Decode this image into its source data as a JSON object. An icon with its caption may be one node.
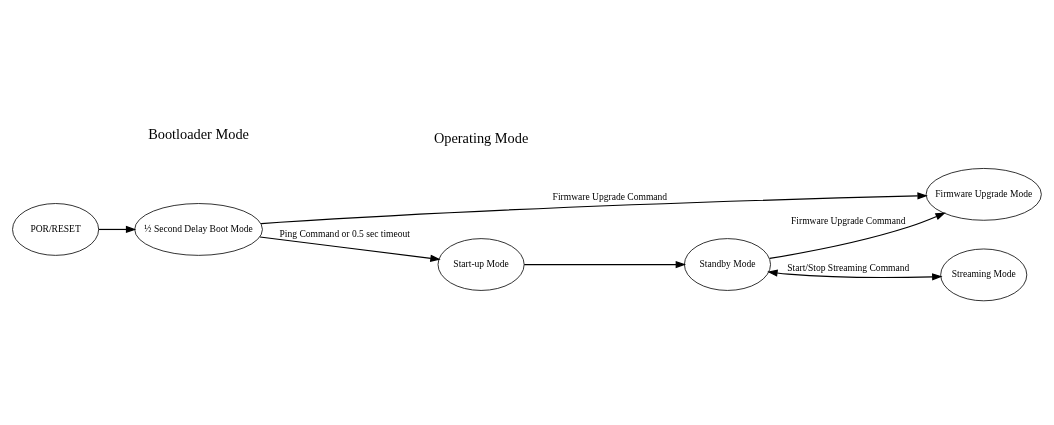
{
  "diagram": {
    "nodes": [
      {
        "text": [
          "Firmware Upgrade Mode"
        ]
      },
      {
        "text": [
          "Streaming Mode"
        ]
      },
      {
        "text": [
          "POR/RESET"
        ]
      },
      {
        "text": [
          "½ Second Delay Boot Mode"
        ]
      },
      {
        "text": [
          "Start-up Mode"
        ]
      },
      {
        "text": [
          "Standby Mode"
        ]
      }
    ],
    "edges": [
      {
        "from": 2,
        "to": 3,
        "arrow": "to"
      },
      {
        "from": 3,
        "to": 0,
        "arrow": "to",
        "label": "Firmware Upgrade Command"
      },
      {
        "from": 3,
        "to": 4,
        "arrow": "to",
        "label": "Ping Command or 0.5 sec timeout"
      },
      {
        "from": 4,
        "to": 5,
        "arrow": "to"
      },
      {
        "from": 5,
        "to": 0,
        "arrow": "to",
        "label": "Firmware Upgrade Command"
      },
      {
        "from": 5,
        "to": 1,
        "arrow": "both",
        "label": "Start/Stop Streaming Command"
      }
    ],
    "labels": [
      "Bootloader Mode",
      "Operating Mode"
    ]
  }
}
